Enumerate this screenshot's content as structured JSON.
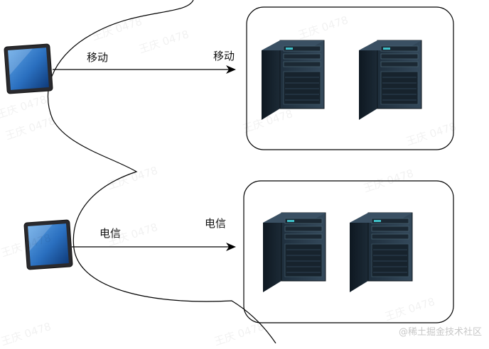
{
  "top_link": {
    "label_near_client": "移动",
    "label_near_servers": "移动"
  },
  "bottom_link": {
    "label_near_client": "电信",
    "label_near_servers": "电信"
  },
  "watermarks": [
    "王庆 0478",
    "王庆 0478",
    "王庆 0478",
    "王庆 0478",
    "王庆 0478",
    "王庆 0478",
    "王庆 0478",
    "王庆 0478",
    "王庆 0478",
    "王庆 0478",
    "王庆 0478",
    "王庆 0478",
    "王庆 0478",
    "王庆 0478"
  ],
  "credit": "@稀土掘金技术社区",
  "colors": {
    "line": "#000000",
    "server_body": "#1e2d3a",
    "server_front": "#2b3f50",
    "accent": "#3fc0c8",
    "tablet_screen": "#2a6fbf"
  }
}
